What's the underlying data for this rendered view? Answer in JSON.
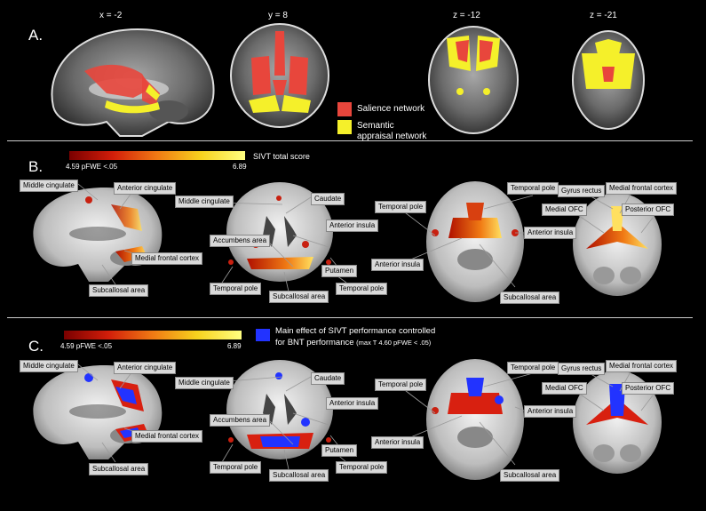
{
  "panelA": {
    "letter": "A.",
    "coords": [
      "x = -2",
      "y = 8",
      "z = -12",
      "z = -21"
    ],
    "legend": {
      "salience": {
        "label": "Salience network",
        "color": "#e8463c"
      },
      "semantic": {
        "label": "Semantic appraisal network",
        "color": "#f5f02a"
      }
    }
  },
  "panelB": {
    "letter": "B.",
    "colorbar": {
      "title": "SIVT total score",
      "min_label": "4.59 pFWE <.05",
      "max_label": "6.89"
    },
    "labels": {
      "middle_cingulate_1": "Middle cingulate",
      "anterior_cingulate": "Anterior cingulate",
      "medial_frontal_cortex_1": "Medial frontal cortex",
      "subcallosal_area_1": "Subcallosal area",
      "middle_cingulate_2": "Middle cingulate",
      "caudate": "Caudate",
      "anterior_insula_1": "Anterior insula",
      "accumbens_area": "Accumbens area",
      "putamen": "Putamen",
      "temporal_pole_1": "Temporal pole",
      "subcallosal_area_2": "Subcallosal area",
      "temporal_pole_2": "Temporal pole",
      "temporal_pole_3": "Temporal pole",
      "anterior_insula_2": "Anterior insula",
      "subcallosal_area_3": "Subcallosal area",
      "temporal_pole_4": "Temporal pole",
      "anterior_insula_3": "Anterior insula",
      "gyrus_rectus": "Gyrus rectus",
      "medial_frontal_cortex_2": "Medial frontal cortex",
      "medial_ofc": "Medial OFC",
      "posterior_ofc": "Posterior OFC"
    }
  },
  "panelC": {
    "letter": "C.",
    "colorbar": {
      "min_label": "4.59 pFWE <.05",
      "max_label": "6.89"
    },
    "legend": {
      "label_line1": "Main effect of SIVT performance controlled",
      "label_line2": "for BNT performance",
      "label_small": "(max T 4.60 pFWE < .05)",
      "color": "#2233ff"
    },
    "labels": {
      "middle_cingulate_1": "Middle cingulate",
      "anterior_cingulate": "Anterior cingulate",
      "medial_frontal_cortex_1": "Medial frontal cortex",
      "subcallosal_area_1": "Subcallosal area",
      "middle_cingulate_2": "Middle cingulate",
      "caudate": "Caudate",
      "anterior_insula_1": "Anterior insula",
      "accumbens_area": "Accumbens area",
      "putamen": "Putamen",
      "temporal_pole_1": "Temporal pole",
      "subcallosal_area_2": "Subcallosal area",
      "temporal_pole_2": "Temporal pole",
      "temporal_pole_3": "Temporal pole",
      "anterior_insula_2": "Anterior insula",
      "subcallosal_area_3": "Subcallosal area",
      "temporal_pole_4": "Temporal pole",
      "anterior_insula_3": "Anterior insula",
      "gyrus_rectus": "Gyrus rectus",
      "medial_frontal_cortex_2": "Medial frontal cortex",
      "medial_ofc": "Medial OFC",
      "posterior_ofc": "Posterior OFC"
    }
  }
}
